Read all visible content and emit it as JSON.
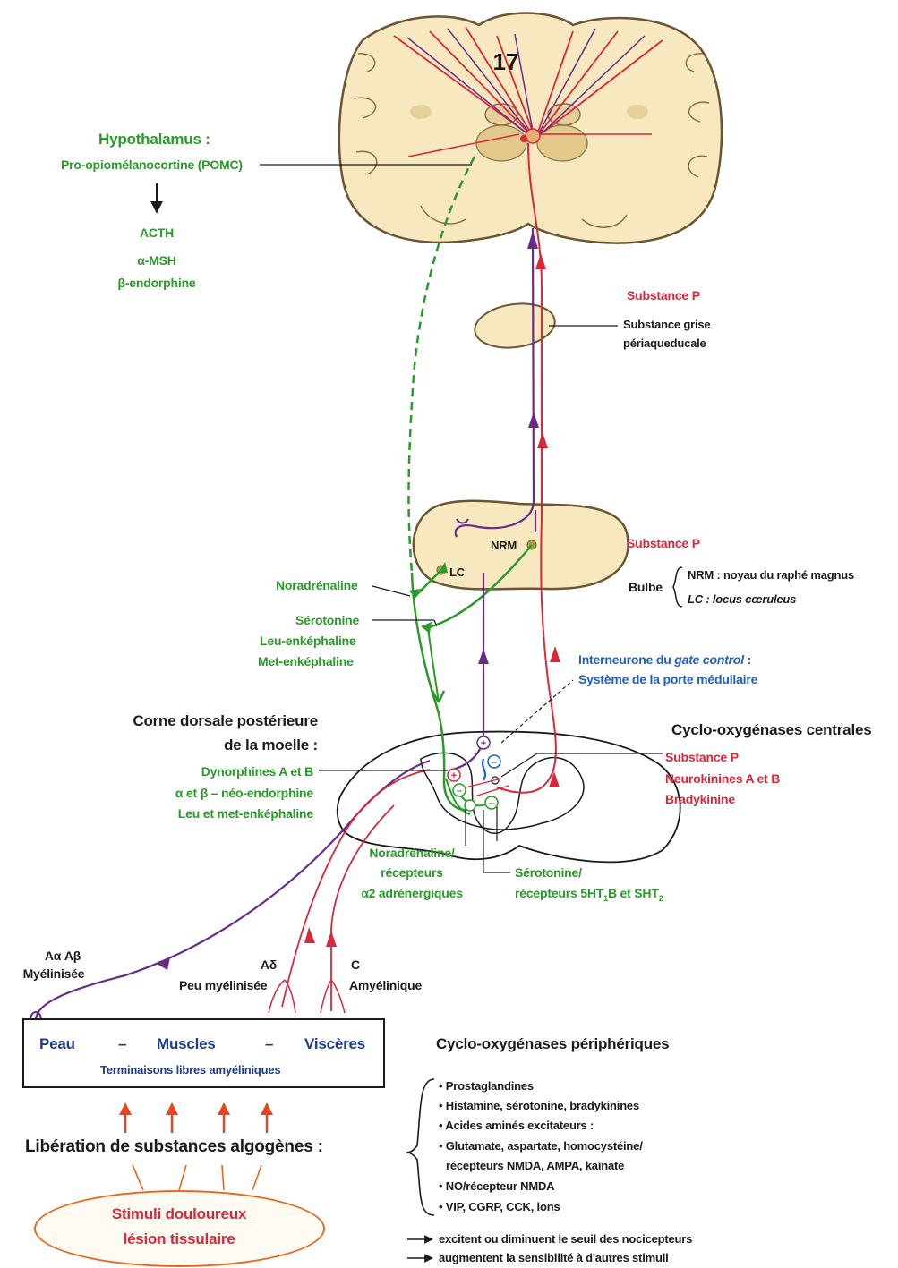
{
  "page_number": "17",
  "hypothalamus": {
    "title": "Hypothalamus :",
    "pomc": "Pro-opiomélanocortine (POMC)",
    "products": [
      "ACTH",
      "α-MSH",
      "β-endorphine"
    ]
  },
  "pag": {
    "substance": "Substance P",
    "label_lines": [
      "Substance grise",
      "périaqueducale"
    ]
  },
  "bulbe": {
    "substance": "Substance P",
    "nrm_tag": "NRM",
    "lc_tag": "LC",
    "title": "Bulbe",
    "nrm_def": "NRM : noyau du raphé magnus",
    "lc_def": "LC : locus cœruleus"
  },
  "descending": {
    "noradrenaline": "Noradrénaline",
    "serotonine": "Sérotonine",
    "leu": "Leu-enképhaline",
    "met": "Met-enképhaline"
  },
  "interneurone": {
    "line1_prefix": "Interneurone du ",
    "line1_italic": "gate control",
    "line1_suffix": " :",
    "line2": "Système de la porte médullaire"
  },
  "dorsal_horn": {
    "title_lines": [
      "Corne dorsale postérieure",
      "de la moelle :"
    ],
    "items": [
      "Dynorphines A et B",
      "α et β  – néo-endorphine",
      "Leu et met-enképhaline"
    ]
  },
  "central_cox": {
    "title": "Cyclo-oxygénases centrales",
    "items": [
      "Substance P",
      "Neurokinines A et B",
      "Bradykinine"
    ]
  },
  "receptors": {
    "nor_lines": [
      "Noradrénaline/",
      "récepteurs",
      "α2 adrénergiques"
    ],
    "sero_line1": "Sérotonine/",
    "sero_line2_prefix": "récepteurs 5HT",
    "sero_sub1": "1",
    "sero_mid": "B et SHT",
    "sero_sub2": "2"
  },
  "fibers": {
    "aa_line1": "Aα Aβ",
    "aa_line2": "Myélinisée",
    "ad_line1": "Aδ",
    "ad_line2": "Peu myélinisée",
    "c_line1": "C",
    "c_line2": "Amyélinique"
  },
  "tissues": {
    "peau": "Peau",
    "dash": "–",
    "muscles": "Muscles",
    "visceres": "Viscères",
    "terminaisons": "Terminaisons libres amyéliniques"
  },
  "liberation": "Libération de substances algogènes :",
  "stimuli_lines": [
    "Stimuli douloureux",
    "lésion tissulaire"
  ],
  "peripheral_cox": {
    "title": "Cyclo-oxygénases périphériques",
    "items": [
      "• Prostaglandines",
      "• Histamine, sérotonine, bradykinines",
      "• Acides aminés excitateurs :",
      "• Glutamate, aspartate, homocystéine/",
      "récepteurs NMDA, AMPA, kaïnate",
      "• NO/récepteur NMDA",
      "• VIP, CGRP, CCK, ions"
    ]
  },
  "legend": [
    "excitent ou diminuent le seuil des nocicepteurs",
    "augmentent la sensibilité à d'autres stimuli"
  ],
  "colors": {
    "green": "#2a9a2a",
    "red": "#d8283a",
    "purple": "#6a2a8a",
    "blue": "#1e5fc8",
    "orange": "#e8671e",
    "tissue": "#f7e8c0"
  }
}
